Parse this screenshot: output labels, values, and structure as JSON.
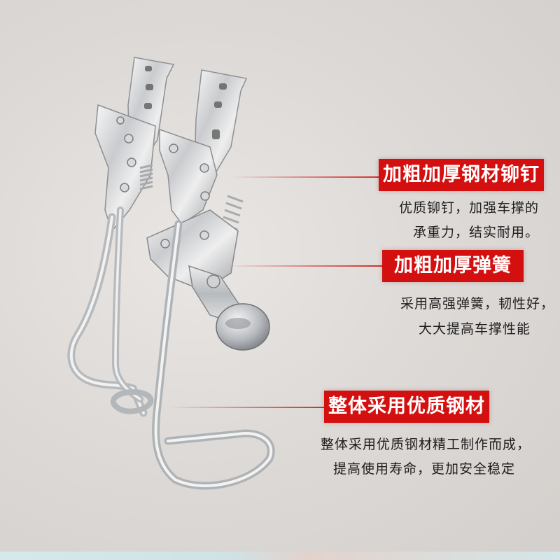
{
  "features": [
    {
      "title": "加粗加厚钢材铆钉",
      "lines": [
        "优质铆钉，加强车撑的",
        "承重力，结实耐用。"
      ]
    },
    {
      "title": "加粗加厚弹簧",
      "lines": [
        "采用高强弹簧，韧性好，",
        "大大提高车撑性能"
      ]
    },
    {
      "title": "整体采用优质钢材",
      "lines": [
        "整体采用优质钢材精工制作而成，",
        "提高使用寿命，更加安全稳定"
      ]
    }
  ],
  "colors": {
    "accent": "#d30f0f",
    "background": "#dcd8d5",
    "text": "#1e1e1e"
  },
  "icons": [
    "bicycle-kickstand-image"
  ]
}
